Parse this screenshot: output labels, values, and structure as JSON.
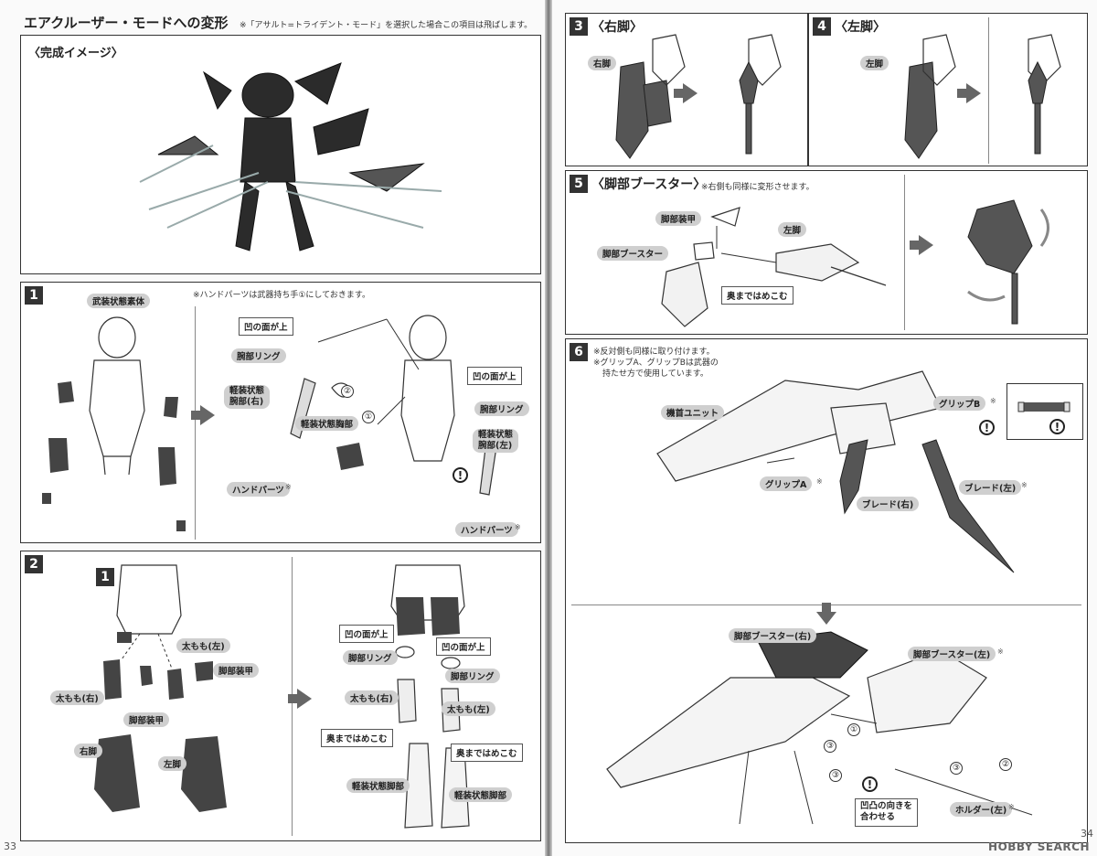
{
  "left_page": {
    "page_number": "33",
    "title": "エアクルーザー・モードへの変形",
    "title_note": "※「アサルト=トライデント・モード」を選択した場合この項目は飛ばします。",
    "preview": {
      "heading": "〈完成イメージ〉"
    },
    "step1": {
      "number": "1",
      "note": "※ハンドパーツは武器持ち手①にしておきます。",
      "label_body": "武装状態素体",
      "label_concave_1": "凹の面が上",
      "label_wrist_ring_1": "腕部リング",
      "label_arm_right": "軽装状態\n腕部(右)",
      "label_chest": "軽装状態胸部",
      "label_hand_1": "ハンドパーツ",
      "label_concave_2": "凹の面が上",
      "label_wrist_ring_2": "腕部リング",
      "label_arm_left": "軽装状態\n腕部(左)",
      "label_hand_2": "ハンドパーツ",
      "circle_1": "①",
      "circle_2": "②",
      "asterisk": "※"
    },
    "step2": {
      "number": "2",
      "sub_number": "1",
      "label_thigh_left": "太もも(左)",
      "label_leg_armor_1": "脚部装甲",
      "label_thigh_right": "太もも(右)",
      "label_leg_armor_2": "脚部装甲",
      "label_right_leg": "右脚",
      "label_left_leg": "左脚",
      "label_concave_1": "凹の面が上",
      "label_leg_ring_1": "脚部リング",
      "label_concave_2": "凹の面が上",
      "label_leg_ring_2": "脚部リング",
      "label_thigh_r": "太もも(右)",
      "label_thigh_l": "太もも(左)",
      "label_push_1": "奥まではめこむ",
      "label_push_2": "奥まではめこむ",
      "label_light_leg_1": "軽装状態脚部",
      "label_light_leg_2": "軽装状態脚部"
    }
  },
  "right_page": {
    "page_number": "34",
    "step3": {
      "number": "3",
      "title": "〈右脚〉",
      "label": "右脚"
    },
    "step4": {
      "number": "4",
      "title": "〈左脚〉",
      "label": "左脚"
    },
    "step5": {
      "number": "5",
      "title": "〈脚部ブースター〉",
      "note": "※右側も同様に変形させます。",
      "label_leg_armor": "脚部装甲",
      "label_booster": "脚部ブースター",
      "label_left_leg": "左脚",
      "label_push": "奥まではめこむ"
    },
    "step6": {
      "number": "6",
      "note_1": "※反対側も同様に取り付けます。",
      "note_2": "※グリップA、グリップBは武器の",
      "note_3": "持たせ方で使用しています。",
      "label_head_unit": "機首ユニット",
      "label_grip_b": "グリップB",
      "label_grip_a": "グリップA",
      "label_blade_right": "ブレード(右)",
      "label_blade_left": "ブレード(左)",
      "label_booster_right": "脚部ブースター(右)",
      "label_booster_left": "脚部ブースター(左)",
      "label_align": "凹凸の向きを\n合わせる",
      "label_holder_left": "ホルダー(左)",
      "circle_1": "①",
      "circle_2": "②",
      "circle_3a": "③",
      "circle_3b": "③",
      "circle_3c": "③",
      "asterisk": "※"
    },
    "watermark": "HOBBY SEARCH"
  }
}
